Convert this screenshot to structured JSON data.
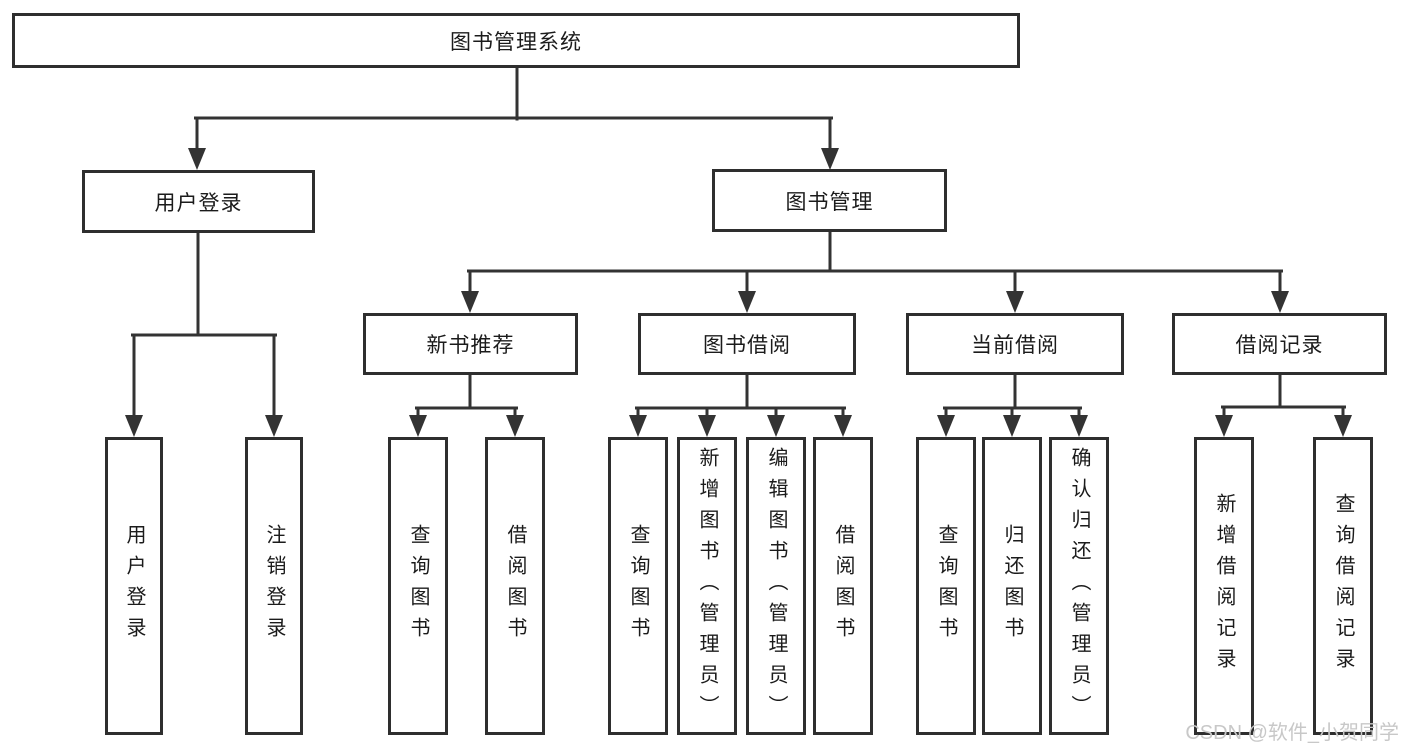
{
  "colors": {
    "line": "#333333",
    "border": "#2e2e2e",
    "text": "#1b1b1b",
    "background": "#ffffff",
    "watermark": "#c8c8c8"
  },
  "watermark": {
    "text": "CSDN @软件_小贺同学"
  },
  "tree": {
    "root": {
      "label": "图书管理系统"
    },
    "branches": [
      {
        "label": "用户登录",
        "children": [
          {
            "label": "用户登录"
          },
          {
            "label": "注销登录"
          }
        ]
      },
      {
        "label": "图书管理",
        "children": [
          {
            "label": "新书推荐",
            "children": [
              {
                "label": "查询图书"
              },
              {
                "label": "借阅图书"
              }
            ]
          },
          {
            "label": "图书借阅",
            "children": [
              {
                "label": "查询图书"
              },
              {
                "label": "新增图书（管理员）"
              },
              {
                "label": "编辑图书（管理员）"
              },
              {
                "label": "借阅图书"
              }
            ]
          },
          {
            "label": "当前借阅",
            "children": [
              {
                "label": "查询图书"
              },
              {
                "label": "归还图书"
              },
              {
                "label": "确认归还（管理员）"
              }
            ]
          },
          {
            "label": "借阅记录",
            "children": [
              {
                "label": "新增借阅记录"
              },
              {
                "label": "查询借阅记录"
              }
            ]
          }
        ]
      }
    ]
  }
}
